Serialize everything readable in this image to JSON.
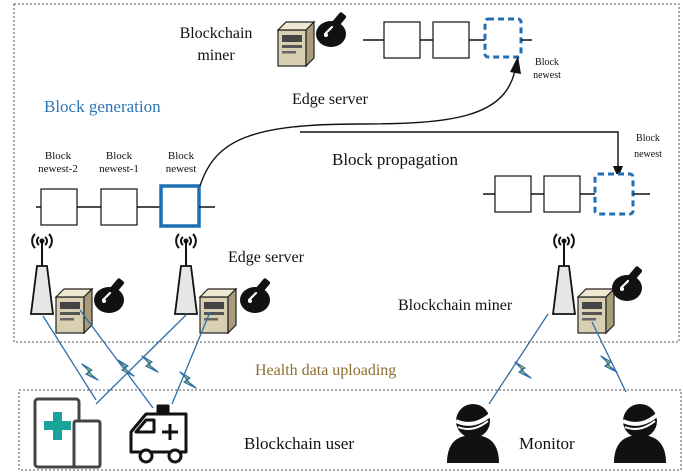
{
  "labels": {
    "miner_top": [
      "Blockchain",
      "miner"
    ],
    "edge_server_top": "Edge server",
    "block_newest_top": [
      "Block",
      "newest"
    ],
    "block_generation": "Block generation",
    "block_newest2": [
      "Block",
      "newest-2"
    ],
    "block_newest1": [
      "Block",
      "newest-1"
    ],
    "block_newest_left": [
      "Block",
      "newest"
    ],
    "block_propagation": "Block propagation",
    "block_newest_right": [
      "Block",
      "newest"
    ],
    "edge_server_mid": "Edge server",
    "miner_right": "Blockchain miner",
    "health_upload": "Health data uploading",
    "blockchain_user": "Blockchain user",
    "monitor": "Monitor"
  },
  "colors": {
    "accent_blue": "#1f6fb5",
    "block_generation_text": "#2e75b6",
    "health_text": "#8c6d2f",
    "lightning": "#f2e600",
    "lightning_outline": "#2f6fa8",
    "hospital_green": "#1aa39a"
  },
  "icons": [
    "server-icon",
    "pickaxe-icon",
    "antenna-icon",
    "hospital-icon",
    "ambulance-icon",
    "user-icon",
    "lightning-icon"
  ]
}
